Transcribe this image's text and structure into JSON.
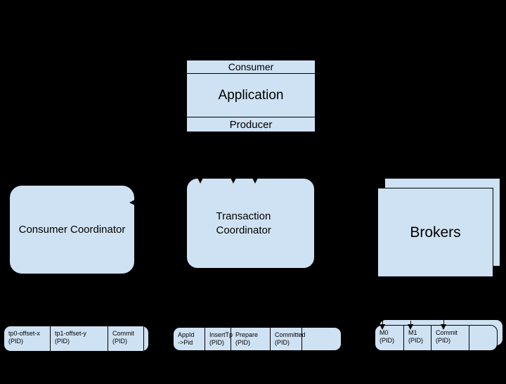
{
  "application": {
    "consumer": "Consumer",
    "name": "Application",
    "producer": "Producer"
  },
  "nodes": {
    "consumer_coordinator": "Consumer Coordinator",
    "transaction_coordinator": "Transaction Coordinator",
    "brokers": "Brokers"
  },
  "offsets_log": {
    "cells": [
      {
        "l1": "tp0-offset-x",
        "l2": "(PID)"
      },
      {
        "l1": "tp1-offset-y",
        "l2": "(PID)"
      },
      {
        "l1": "Commit",
        "l2": "(PID)"
      }
    ]
  },
  "transaction_log": {
    "cells": [
      {
        "l1": "AppId",
        "l2": "->Pid"
      },
      {
        "l1": "InsertTp",
        "l2": "(PID)"
      },
      {
        "l1": "Prepare",
        "l2": "(PID)"
      },
      {
        "l1": "Committed",
        "l2": "(PID)"
      }
    ]
  },
  "broker_log": {
    "cells": [
      {
        "l1": "M0",
        "l2": "(PID)"
      },
      {
        "l1": "M1",
        "l2": "(PID)"
      },
      {
        "l1": "Commit",
        "l2": "(PID)"
      }
    ]
  },
  "colors": {
    "node_fill": "#cfe2f3",
    "node_border": "#000000",
    "background": "#000000",
    "text": "#000000"
  }
}
